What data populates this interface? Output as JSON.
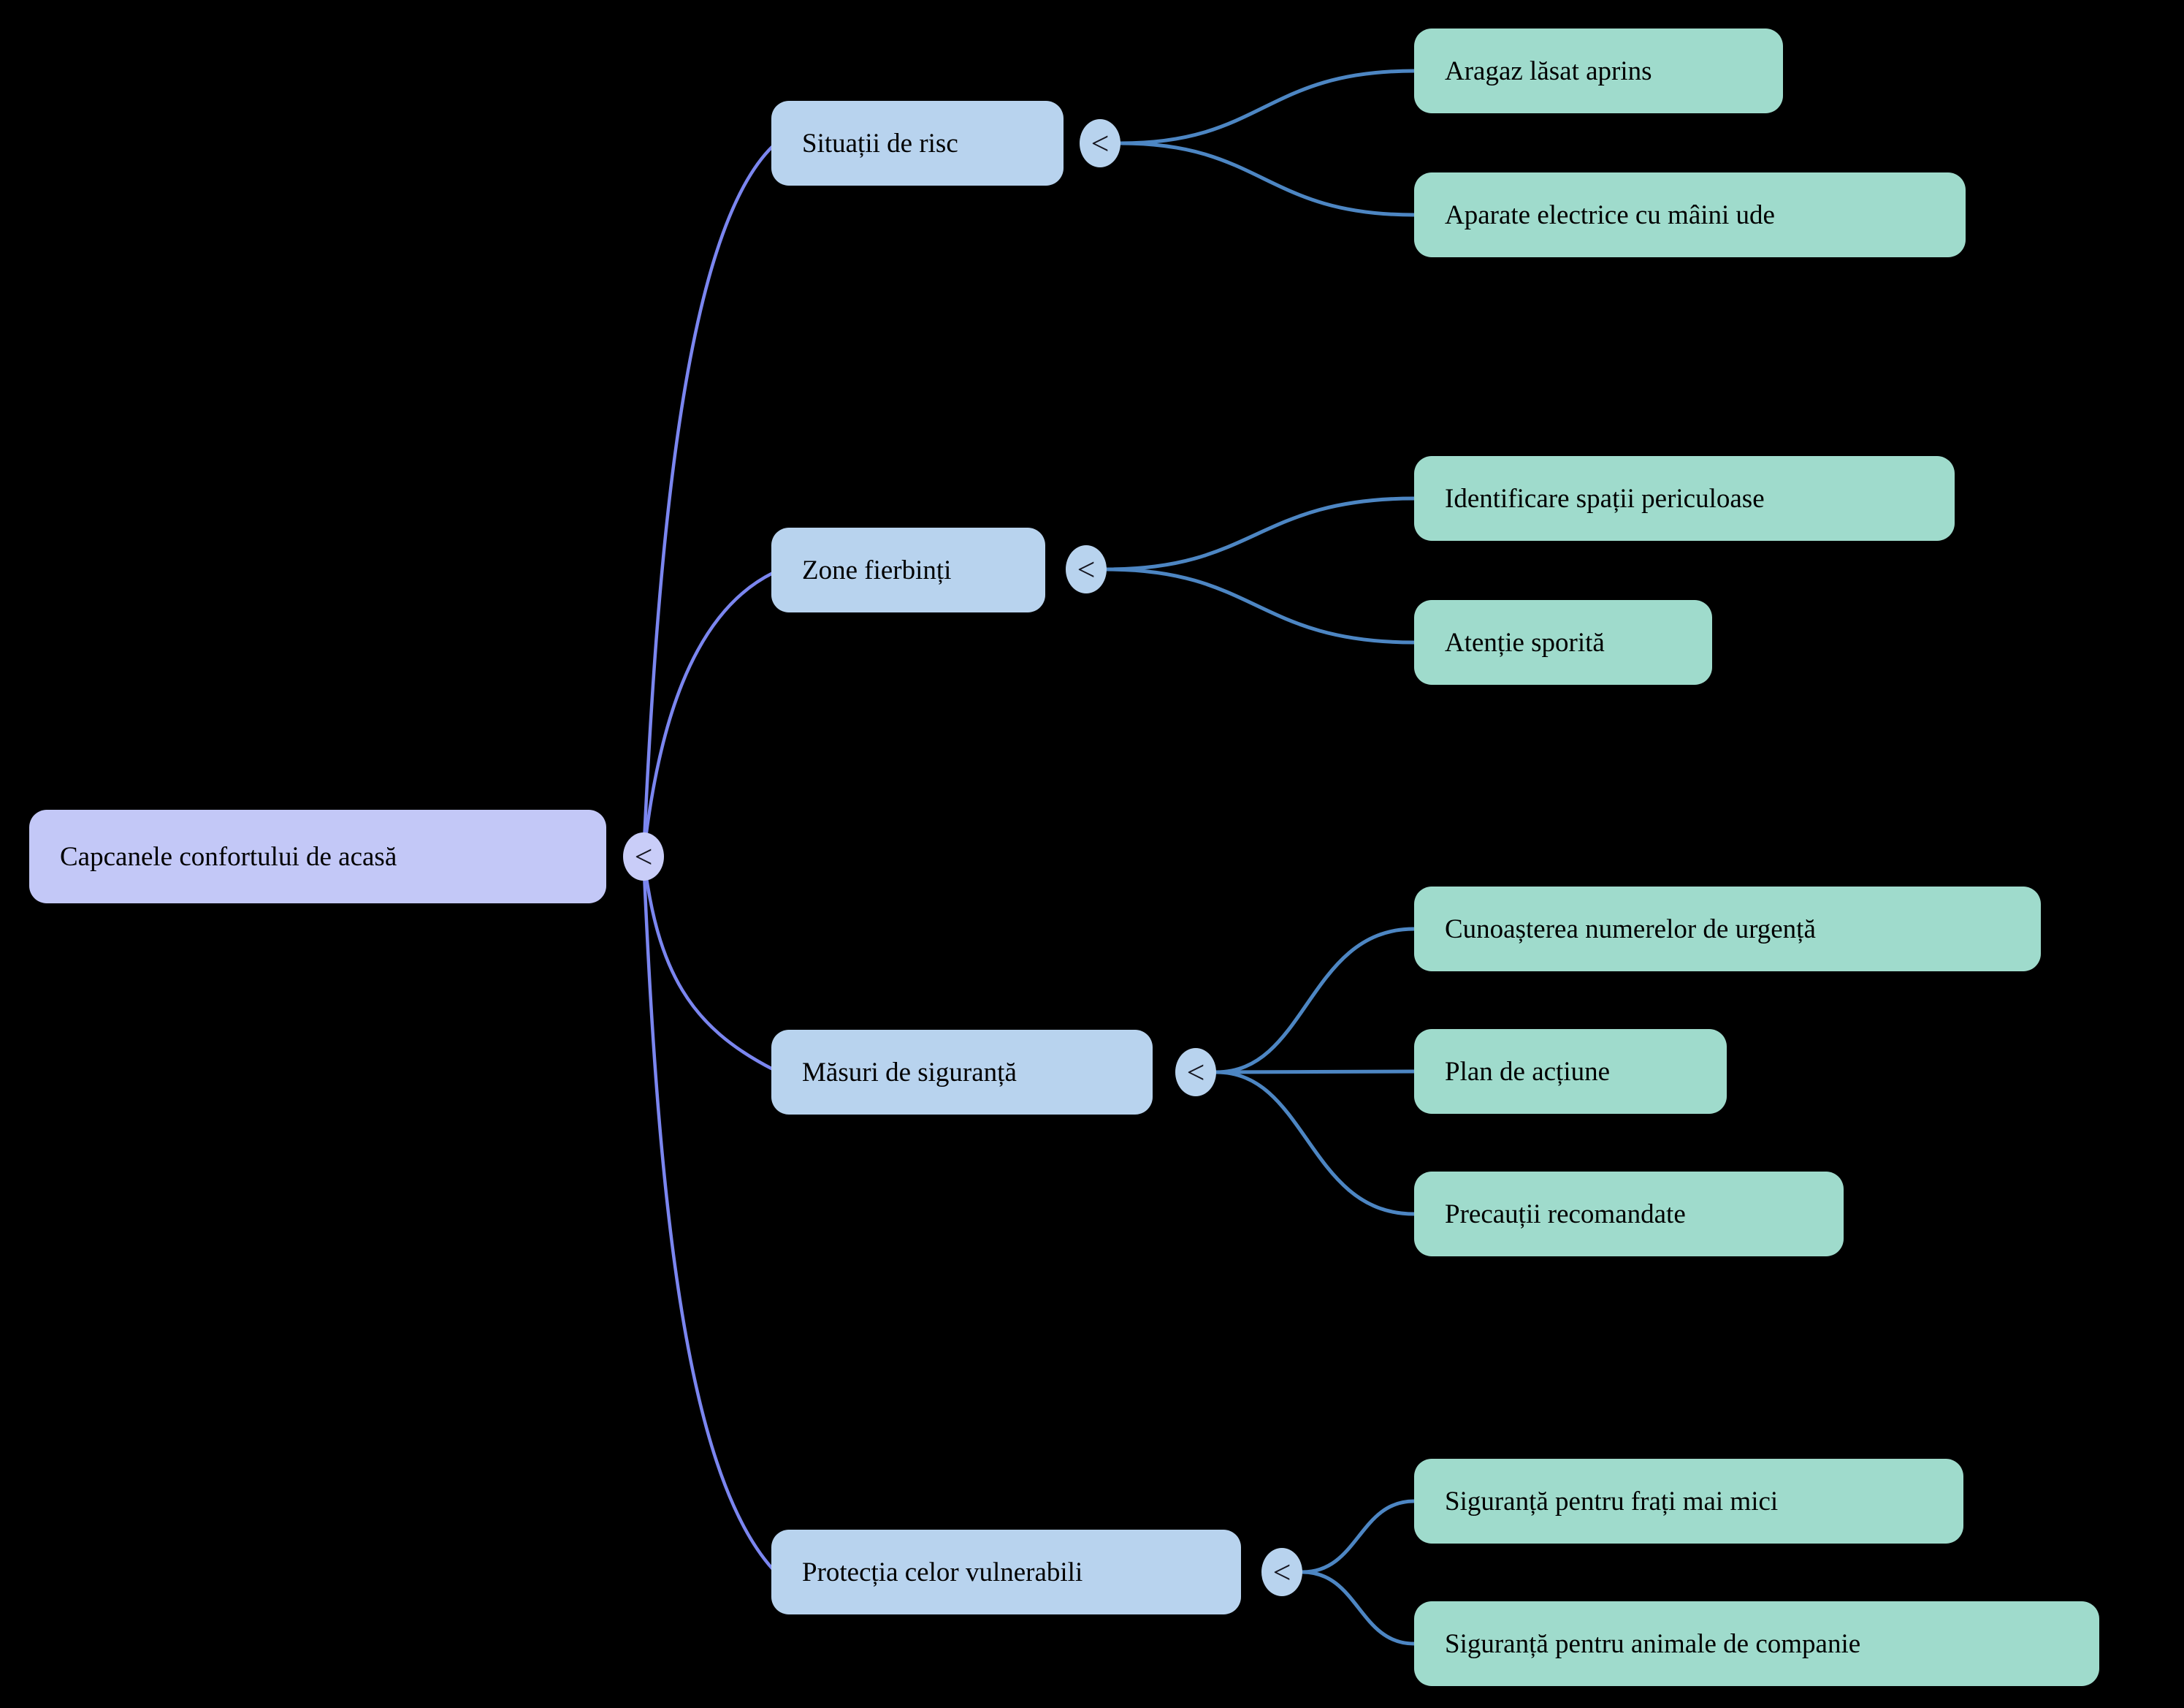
{
  "mindmap": {
    "collapse_glyph": "<",
    "colors": {
      "background": "#000000",
      "root_fill": "#c3c8f7",
      "branch_fill": "#b8d3ee",
      "leaf_fill": "#9fdbcc",
      "root_edge_color": "#7b86f0",
      "branch_edge_color": "#4d86c3",
      "text": "#000000"
    },
    "root": {
      "label": "Capcanele confortului de acasă"
    },
    "branches": [
      {
        "label": "Situații de risc",
        "children": [
          {
            "label": "Aragaz lăsat aprins"
          },
          {
            "label": "Aparate electrice cu mâini ude"
          }
        ]
      },
      {
        "label": "Zone fierbinți",
        "children": [
          {
            "label": "Identificare spații periculoase"
          },
          {
            "label": "Atenție sporită"
          }
        ]
      },
      {
        "label": "Măsuri de siguranță",
        "children": [
          {
            "label": "Cunoașterea numerelor de urgență"
          },
          {
            "label": "Plan de acțiune"
          },
          {
            "label": "Precauții recomandate"
          }
        ]
      },
      {
        "label": "Protecția celor vulnerabili",
        "children": [
          {
            "label": "Siguranță pentru frați mai mici"
          },
          {
            "label": "Siguranță pentru animale de companie"
          }
        ]
      }
    ]
  }
}
